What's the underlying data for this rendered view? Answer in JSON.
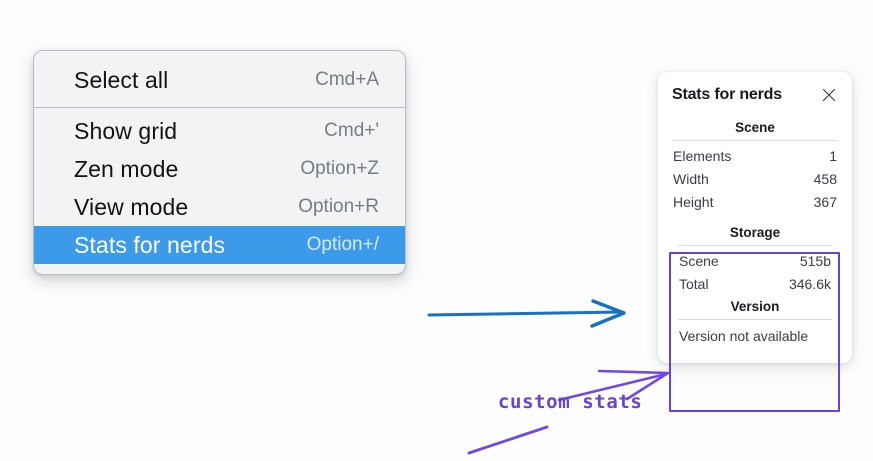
{
  "canvas": {
    "background": "#fdfdfd"
  },
  "context_menu": {
    "name": "context-menu",
    "sections": [
      {
        "items": [
          {
            "label": "Select all",
            "shortcut": "Cmd+A",
            "selected": false
          }
        ]
      },
      {
        "items": [
          {
            "label": "Show grid",
            "shortcut": "Cmd+'",
            "selected": false
          },
          {
            "label": "Zen mode",
            "shortcut": "Option+Z",
            "selected": false
          },
          {
            "label": "View mode",
            "shortcut": "Option+R",
            "selected": false
          },
          {
            "label": "Stats for nerds",
            "shortcut": "Option+/",
            "selected": true
          }
        ]
      }
    ],
    "highlight_color": "#3d9ae8",
    "background": "#f1f3f5"
  },
  "stats_panel": {
    "title": "Stats for nerds",
    "close_icon": "close-icon",
    "sections": [
      {
        "heading": "Scene",
        "rows": [
          {
            "key": "Elements",
            "value": "1"
          },
          {
            "key": "Width",
            "value": "458"
          },
          {
            "key": "Height",
            "value": "367"
          }
        ]
      },
      {
        "heading": "Storage",
        "rows": [
          {
            "key": "Scene",
            "value": "515b"
          },
          {
            "key": "Total",
            "value": "346.6k"
          }
        ]
      },
      {
        "heading": "Version",
        "full_row": "Version not available"
      }
    ]
  },
  "annotations": {
    "blue_arrow_color": "#1971c2",
    "purple_color": "#6741d9",
    "label": "custom stats",
    "highlight_rect_target": "storage-and-version-sections"
  }
}
